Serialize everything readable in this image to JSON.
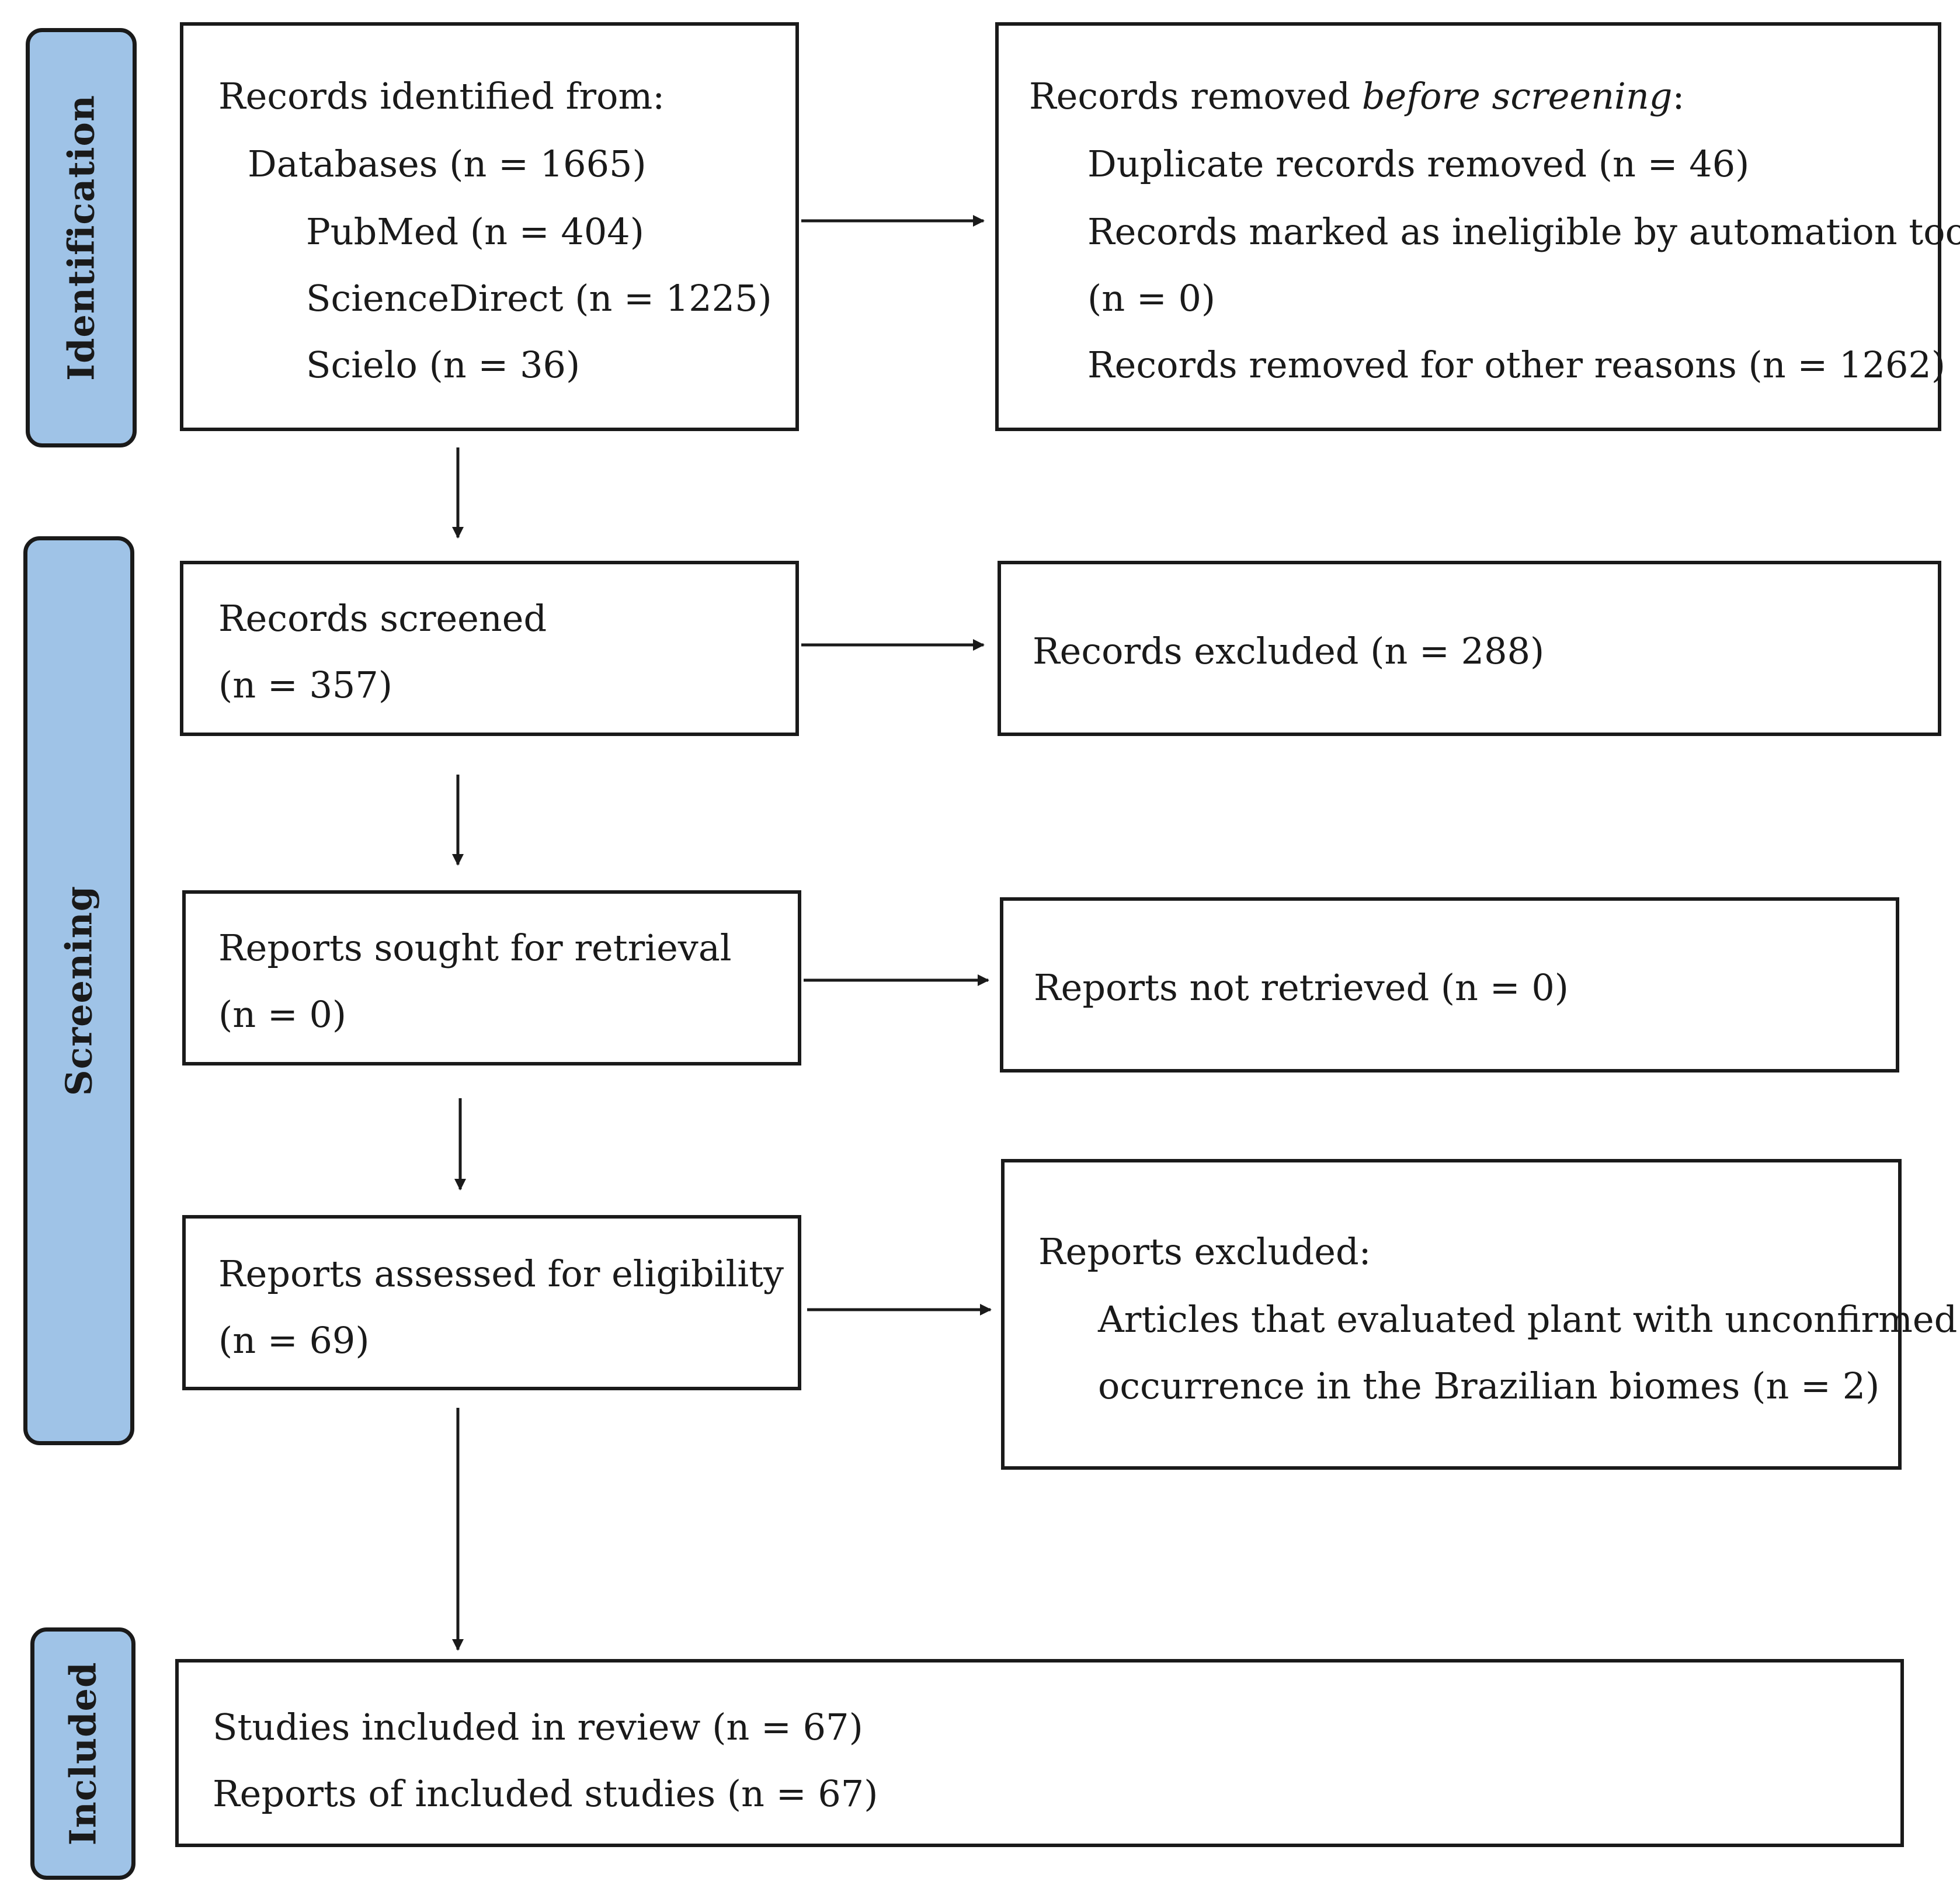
{
  "phases": {
    "identification": "Identification",
    "screening": "Screening",
    "included": "Included"
  },
  "identified": {
    "heading": "Records identified from:",
    "databases": "Databases (n = 1665)",
    "pubmed": "PubMed (n = 404)",
    "sciencedirect": "ScienceDirect (n = 1225)",
    "scielo": "Scielo (n = 36)"
  },
  "removed": {
    "heading_prefix": "Records removed ",
    "heading_italic": "before screening",
    "heading_suffix": ":",
    "duplicates": "Duplicate records removed (n = 46)",
    "automation_line1": "Records marked as ineligible by automation tools",
    "automation_line2": "(n = 0)",
    "other": "Records removed for other reasons (n = 1262)"
  },
  "screened": {
    "label": "Records screened",
    "count": "(n = 357)"
  },
  "excluded": {
    "label": "Records excluded (n = 288)"
  },
  "sought": {
    "label": "Reports sought for retrieval",
    "count": "(n = 0)"
  },
  "not_retrieved": {
    "label": "Reports not retrieved (n = 0)"
  },
  "assessed": {
    "label": "Reports assessed for eligibility",
    "count": "(n = 69)"
  },
  "reports_excluded": {
    "heading": "Reports excluded:",
    "line1": "Articles that evaluated plant with unconfirmed",
    "line2": "occurrence in the Brazilian biomes (n = 2)"
  },
  "included": {
    "studies": "Studies included in review (n = 67)",
    "reports": "Reports of included studies (n = 67)"
  }
}
